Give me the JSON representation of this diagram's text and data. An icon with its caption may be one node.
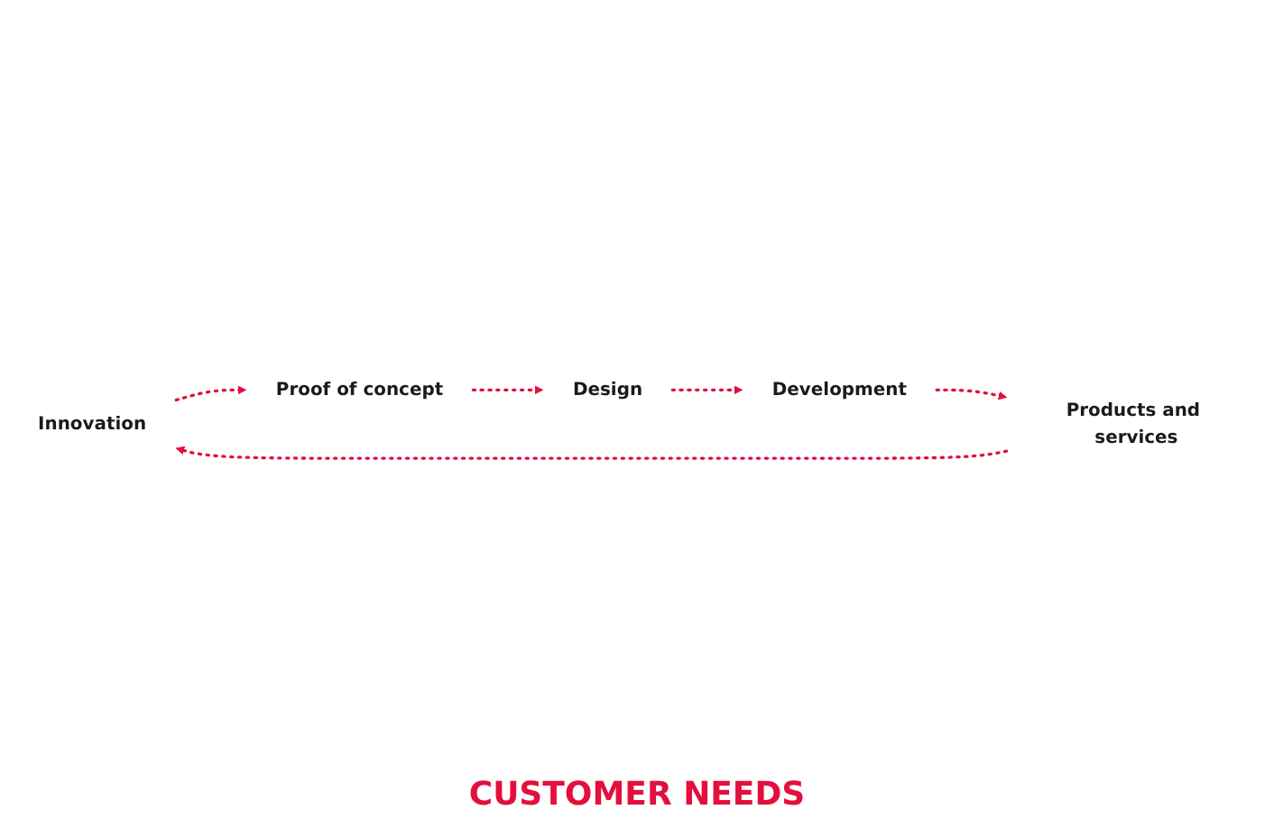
{
  "diagram": {
    "nodes": [
      {
        "text": [
          "Innovation"
        ]
      },
      {
        "text": [
          "Proof of concept"
        ]
      },
      {
        "text": [
          "Design"
        ]
      },
      {
        "text": [
          "Development"
        ]
      },
      {
        "text": [
          "Products and services"
        ]
      }
    ],
    "edges": [
      {
        "from": 0,
        "to": 1,
        "arrow": "to",
        "style": "dashed"
      },
      {
        "from": 1,
        "to": 2,
        "arrow": "to",
        "style": "dashed"
      },
      {
        "from": 2,
        "to": 3,
        "arrow": "to",
        "style": "dashed"
      },
      {
        "from": 3,
        "to": 4,
        "arrow": "to",
        "style": "dashed"
      },
      {
        "from": 4,
        "to": 0,
        "arrow": "to",
        "style": "dashed"
      }
    ],
    "labels": [
      "CUSTOMER NEEDS"
    ]
  }
}
